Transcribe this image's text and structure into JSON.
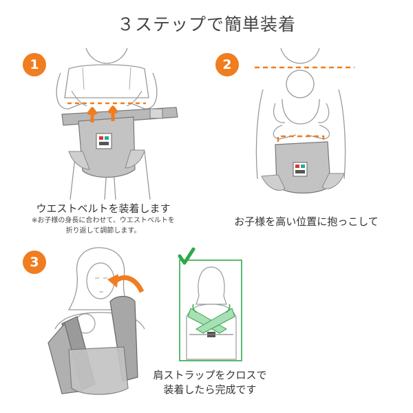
{
  "title": "３ステップで簡単装着",
  "steps": [
    {
      "number": "1",
      "caption": "ウエストベルトを装着します",
      "note_line1": "※お子様の身長に合わせて、ウエストベルトを",
      "note_line2": "折り返して調節します。"
    },
    {
      "number": "2",
      "caption": "お子様を高い位置に抱っこして"
    },
    {
      "number": "3",
      "caption_line1": "肩ストラップをクロスで",
      "caption_line2": "装着したら完成です"
    }
  ],
  "colors": {
    "accent": "#f07d1f",
    "check_green": "#2ea84a",
    "strap_gray": "#8c8c8c"
  }
}
